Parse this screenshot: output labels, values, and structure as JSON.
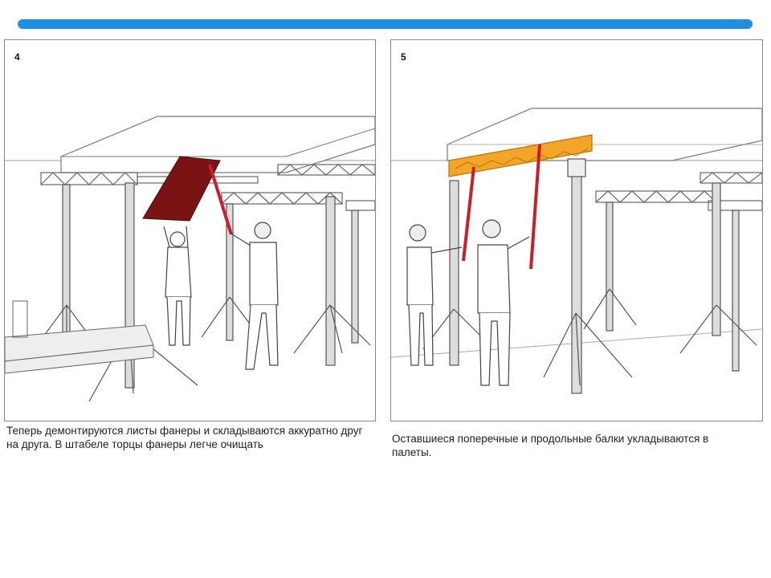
{
  "colors": {
    "accent_bar": "#1f8fe0",
    "plywood": "#7a1414",
    "beam": "#f2a526",
    "pole": "#cc1d2b"
  },
  "panels": [
    {
      "number": "4",
      "caption": "Теперь демонтируются листы фанеры и складываются аккуратно друг на друга. В штабеле торцы фанеры легче очищать"
    },
    {
      "number": "5",
      "caption": "Оставшиеся поперечные и продольные балки укладываются в палеты."
    }
  ]
}
